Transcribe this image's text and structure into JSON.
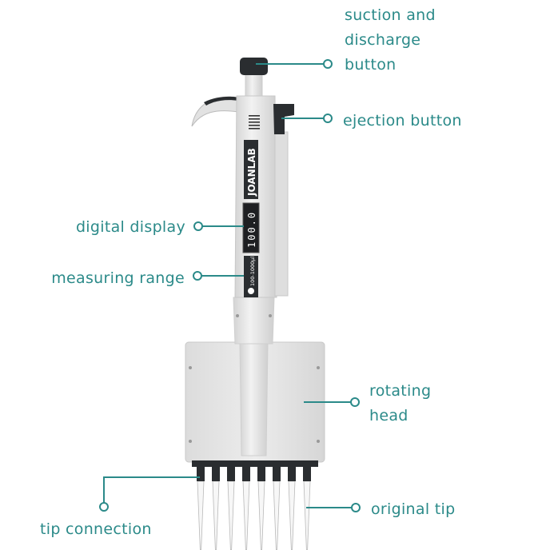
{
  "colors": {
    "accent": "#2b8a89",
    "body": "#e9e9e9",
    "dark": "#2a2d30"
  },
  "product": {
    "brand": "JOANLAB",
    "display_value": "100.0",
    "range_text": "100-1000μl",
    "channels": 8
  },
  "labels": {
    "suction_line1": "suction and",
    "suction_line2": "discharge",
    "suction_line3": "button",
    "ejection": "ejection button",
    "digital_display": "digital display",
    "measuring_range": "measuring range",
    "rotating_line1": "rotating",
    "rotating_line2": "head",
    "original_tip": "original tip",
    "tip_connection": "tip connection"
  }
}
